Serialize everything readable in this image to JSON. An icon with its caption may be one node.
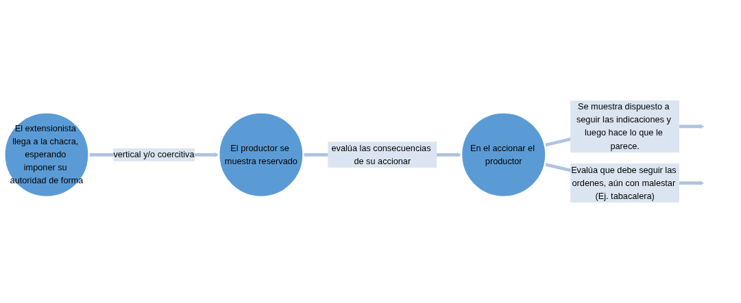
{
  "diagram": {
    "nodes": [
      {
        "text": [
          "El extensionista llega a la chacra, esperando imponer su autoridad de forma"
        ]
      },
      {
        "text": [
          "El productor se muestra reservado"
        ]
      },
      {
        "text": [
          "En el accionar el productor"
        ]
      }
    ],
    "edges": [
      {
        "from": 0,
        "to": 1,
        "arrow": "to",
        "label": "vertical y/o coercitiva"
      },
      {
        "from": 1,
        "to": 2,
        "arrow": "to",
        "label": "evalúa las consecuencias de su accionar"
      },
      {
        "from": 2,
        "to": null,
        "arrow": "to",
        "label": "Se muestra dispuesto a seguir las indicaciones y luego hace lo que le parece."
      },
      {
        "from": 2,
        "to": null,
        "arrow": "to",
        "label": "Evalúa que debe seguir las ordenes, aún con malestar (Ej. tabacalera)"
      }
    ]
  }
}
